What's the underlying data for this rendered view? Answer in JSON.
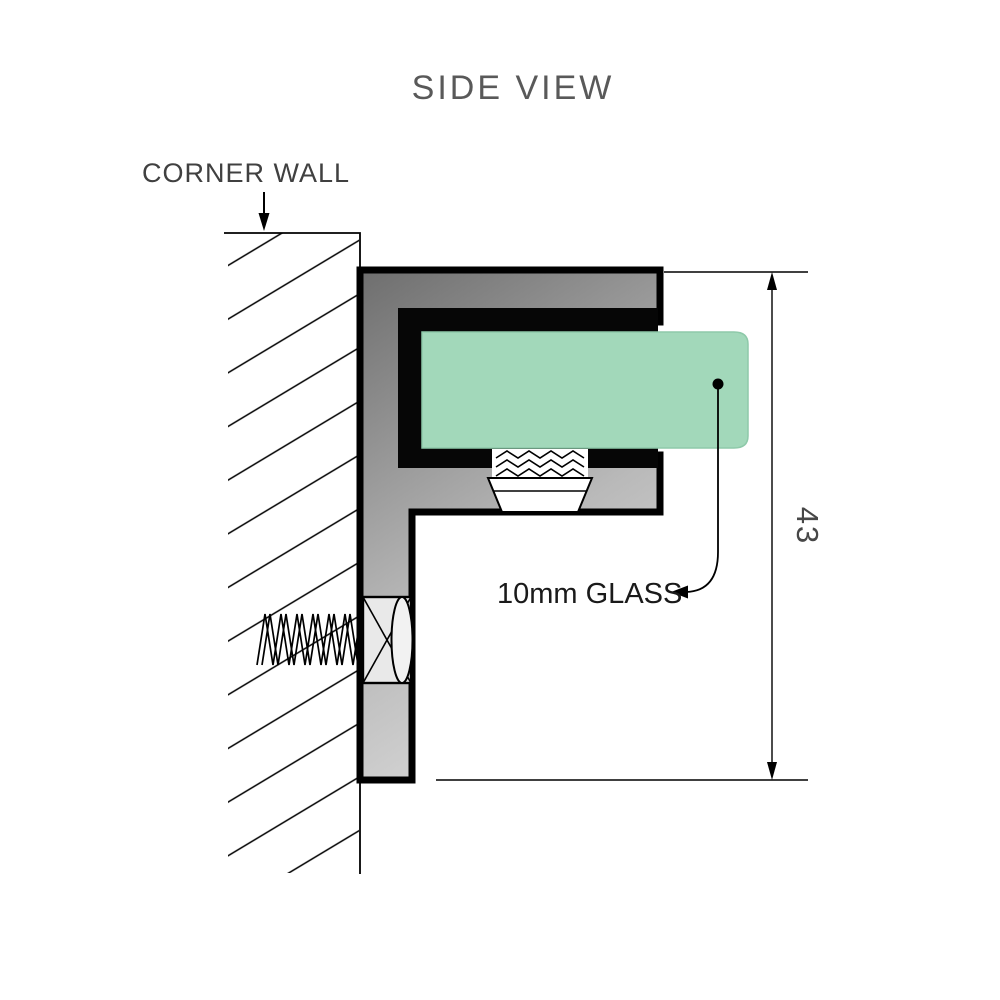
{
  "diagram": {
    "title": "SIDE VIEW",
    "wall_label": "CORNER WALL",
    "glass_label": "10mm GLASS",
    "dimension_value": "43"
  },
  "colors": {
    "background": "#ffffff",
    "line": "#000000",
    "text_title": "#595959",
    "text_wall": "#404040",
    "text_glass": "#1a1a1a",
    "text_dimension": "#474747",
    "glass_green": "#a2d8ba",
    "glass_edge": "#8ec9a9",
    "metal_dark": "#6e6e6e",
    "metal_mid": "#b9b9b9",
    "metal_light": "#ededed",
    "liner_black": "#060606",
    "gasket_white": "#ffffff",
    "screw_head_fill": "#e9e9e9"
  }
}
